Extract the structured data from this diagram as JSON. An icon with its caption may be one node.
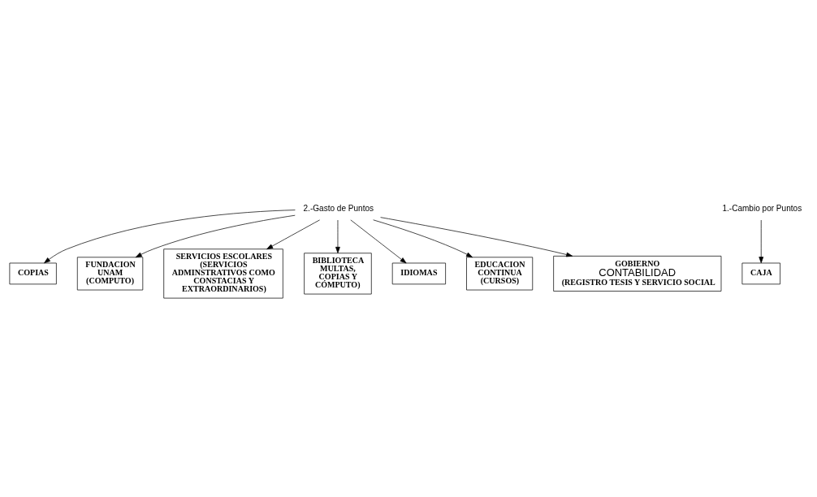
{
  "diagram": {
    "nodes": [
      {
        "text": [
          "COPIAS"
        ]
      },
      {
        "text": [
          "CAJA"
        ]
      },
      {
        "text": [
          "FUNDACION UNAM (COMPUTO)"
        ]
      },
      {
        "text": [
          "SERVICIOS ESCOLARES (SERVICIOS ADMINSTRATIVOS COMO CONSTACIAS Y EXTRAORDINARIOS)"
        ]
      },
      {
        "text": [
          "1.-Cambio por Puntos"
        ]
      },
      {
        "text": [
          "BIBLIOTECA MULTAS, COPIAS Y CÓMPUTO)"
        ]
      },
      {
        "text": [
          "IDIOMAS"
        ]
      },
      {
        "text": [
          "2.-Gasto de Puntos"
        ]
      },
      {
        "text": [
          "EDUCACION CONTINUA (CURSOS)"
        ]
      },
      {
        "text": [
          "GOBIERNO",
          "CONTABILIDAD",
          "(REGISTRO TESIS Y SERVICIO SOCIAL"
        ]
      }
    ],
    "edges": [
      {
        "from": 4,
        "to": 1,
        "arrow": "to"
      },
      {
        "from": 7,
        "to": 0,
        "arrow": "to"
      },
      {
        "from": 7,
        "to": 2,
        "arrow": "to"
      },
      {
        "from": 7,
        "to": 3,
        "arrow": "to"
      },
      {
        "from": 7,
        "to": 6,
        "arrow": "to"
      },
      {
        "from": 7,
        "to": 5,
        "arrow": "to"
      },
      {
        "from": 7,
        "to": 8,
        "arrow": "to"
      },
      {
        "from": 7,
        "to": 9,
        "arrow": "to"
      }
    ]
  }
}
